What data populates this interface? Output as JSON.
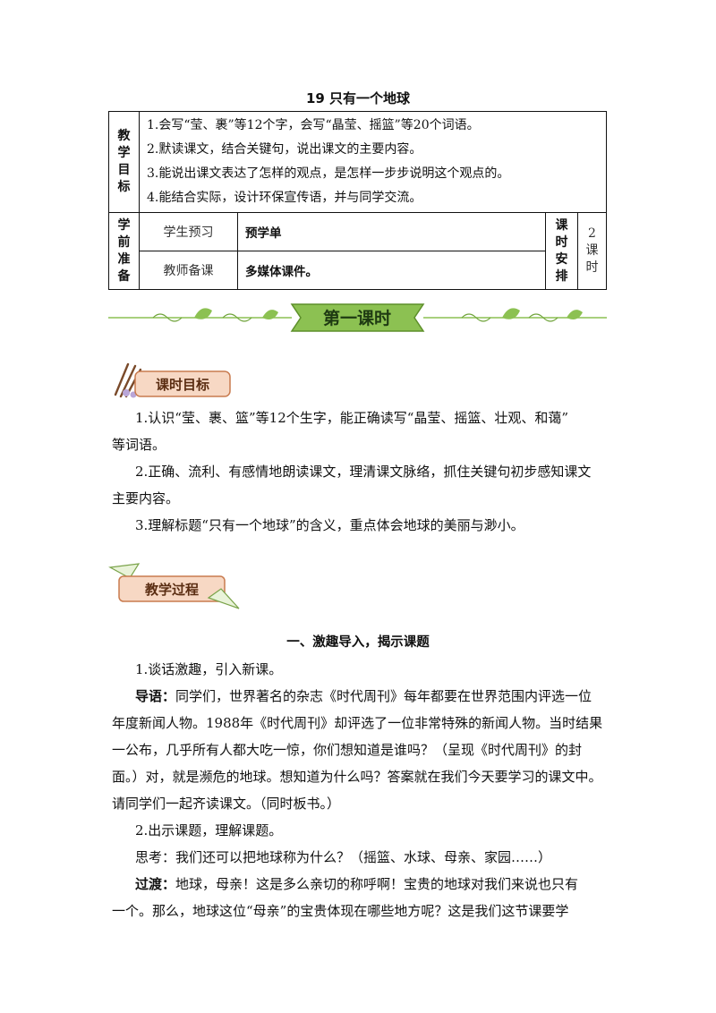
{
  "title": "19 只有一个地球",
  "table": {
    "goal_label": [
      "教",
      "学",
      "目",
      "标"
    ],
    "goals": [
      "1.会写“莹、裹”等12个字，会写“晶莹、摇篮”等20个词语。",
      "2.默读课文，结合关键句，说出课文的主要内容。",
      "3.能说出课文表达了怎样的观点，是怎样一步步说明这个观点的。",
      "4.能结合实际，设计环保宣传语，并与同学交流。"
    ],
    "prep_label": [
      "学",
      "前",
      "准",
      "备"
    ],
    "student_prep_label": "学生预习",
    "student_prep_value": "预学单",
    "teacher_prep_label": "教师备课",
    "teacher_prep_value": "多媒体课件。",
    "schedule_label": [
      "课",
      "时",
      "安",
      "排"
    ],
    "schedule_value": [
      "2",
      "课",
      "时"
    ]
  },
  "banner_text": "第一课时",
  "tag_objectives": "课时目标",
  "objectives": [
    "1.认识“莹、裹、篮”等12个生字，能正确读写“晶莹、摇篮、壮观、和蔼”",
    "等词语。",
    "2.正确、流利、有感情地朗读课文，理清课文脉络，抓住关键句初步感知课文",
    "主要内容。",
    "3.理解标题“只有一个地球”的含义，重点体会地球的美丽与渺小。"
  ],
  "tag_process": "教学过程",
  "section1_title": "一、激趣导入，揭示课题",
  "step1": "1.谈话激趣，引入新课。",
  "intro_label": "导语：",
  "intro_lines": [
    "同学们，世界著名的杂志《时代周刊》每年都要在世界范围内评选一位",
    "年度新闻人物。1988年《时代周刊》却评选了一位非常特殊的新闻人物。当时结果",
    "一公布，几乎所有人都大吃一惊，你们想知道是谁吗？（呈现《时代周刊》的封",
    "面。）对，就是濒危的地球。想知道为什么吗？答案就在我们今天要学习的课文中。",
    "请同学们一起齐读课文。（同时板书。）"
  ],
  "step2": "2.出示课题，理解课题。",
  "think": "思考：我们还可以把地球称为什么？（摇篮、水球、母亲、家园……）",
  "transition_label": "过渡：",
  "transition_lines": [
    "地球，母亲！这是多么亲切的称呼啊！宝贵的地球对我们来说也只有",
    "一个。那么，地球这位“母亲”的宝贵体现在哪些地方呢？这是我们这节课要学"
  ],
  "colors": {
    "banner_green": "#8cc152",
    "banner_text": "#1e3a12",
    "tag_fill": "#f7d8c4",
    "tag_border": "#c97b4f"
  }
}
